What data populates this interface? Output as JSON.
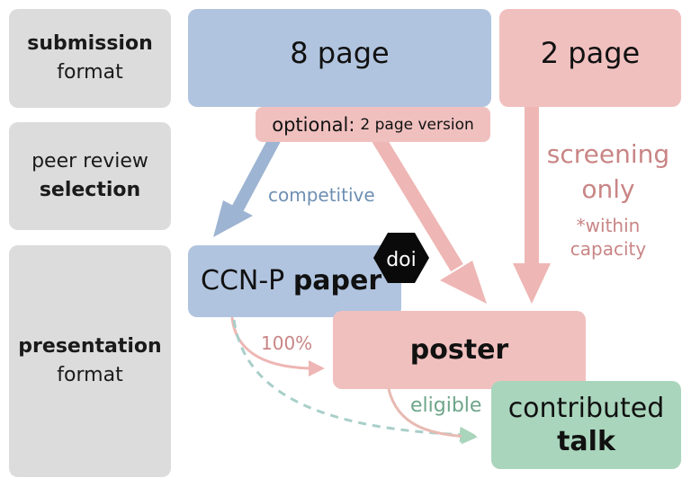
{
  "rows": {
    "submission": {
      "bold": "submission",
      "normal": "format"
    },
    "review": {
      "normal": "peer review",
      "bold": "selection"
    },
    "presentation": {
      "bold": "presentation",
      "normal": "format"
    }
  },
  "boxes": {
    "eight_page": "8 page",
    "two_page": "2 page",
    "optional_bold": "optional:",
    "optional_rest": "2 page version",
    "ccnp_normal": "CCN-P",
    "ccnp_bold": "paper",
    "doi": "doi",
    "poster": "poster",
    "talk_normal": "contributed",
    "talk_bold": "talk"
  },
  "labels": {
    "competitive": "competitive",
    "screening_1": "screening",
    "screening_2": "only",
    "capacity_1": "*within",
    "capacity_2": "capacity",
    "percent": "100%",
    "eligible": "eligible"
  },
  "colors": {
    "blue_box": "#b1c4df",
    "pink_box": "#f0c0bf",
    "green_box": "#a9d5bc",
    "gray_box": "#dcdcdc",
    "blue_arrow": "#9db4d2",
    "pink_arrow": "#eeb6b4",
    "green_arrow": "#a9d5bc",
    "blue_text": "#6e8fb2",
    "pink_text": "#c98585",
    "green_text": "#6ea58a"
  }
}
